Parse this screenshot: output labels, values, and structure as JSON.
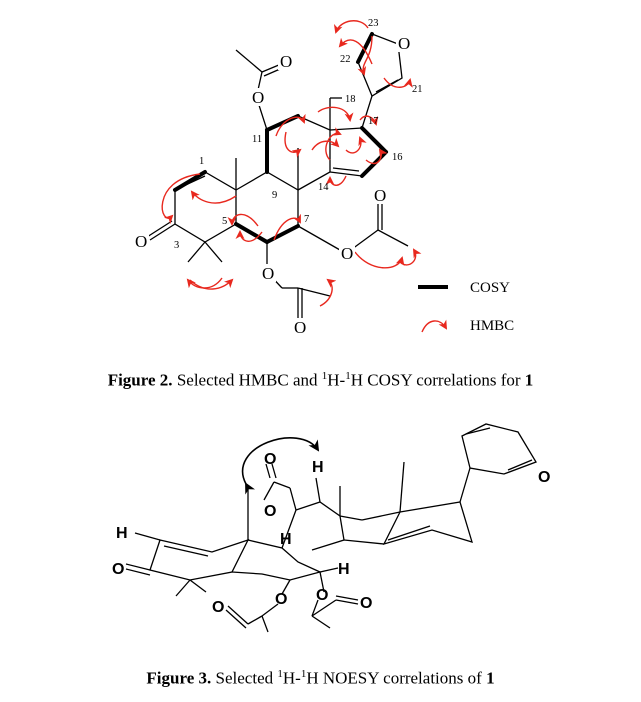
{
  "figure2": {
    "atoms": {
      "o_acetyl_top": "O",
      "o_c11": "O",
      "o_furan": "O",
      "o_ketone": "O",
      "o_c6": "O",
      "o_c6_carbonyl": "O",
      "o_c7": "O",
      "o_c7_carbonyl": "O"
    },
    "numbers": {
      "n1": "1",
      "n3": "3",
      "n5": "5",
      "n7": "7",
      "n9": "9",
      "n11": "11",
      "n14": "14",
      "n16": "16",
      "n17": "17",
      "n18": "18",
      "n21": "21",
      "n22": "22",
      "n23": "23"
    },
    "legend": {
      "cosy": "COSY",
      "hmbc": "HMBC"
    },
    "caption": {
      "label": "Figure 2.",
      "text_a": "Selected HMBC and ",
      "sup1": "1",
      "text_b": "H-",
      "sup2": "1",
      "text_c": "H COSY correlations for ",
      "compound": "1"
    }
  },
  "figure3": {
    "atoms": {
      "h_top": "H",
      "h_left": "H",
      "h_mid": "H",
      "h_right": "H",
      "o_ketone": "O",
      "o_acetyl_top": "O",
      "o_c11": "O",
      "o_furan": "O",
      "o_c6": "O",
      "o_c6_carbonyl": "O",
      "o_c7": "O",
      "o_c7_carbonyl": "O"
    },
    "caption": {
      "label": "Figure 3.",
      "text_a": "Selected ",
      "sup1": "1",
      "text_b": "H-",
      "sup2": "1",
      "text_c": "H NOESY correlations of ",
      "compound": "1"
    }
  },
  "colors": {
    "hmbc_arrow": "#e8281e",
    "bond": "#000000"
  }
}
